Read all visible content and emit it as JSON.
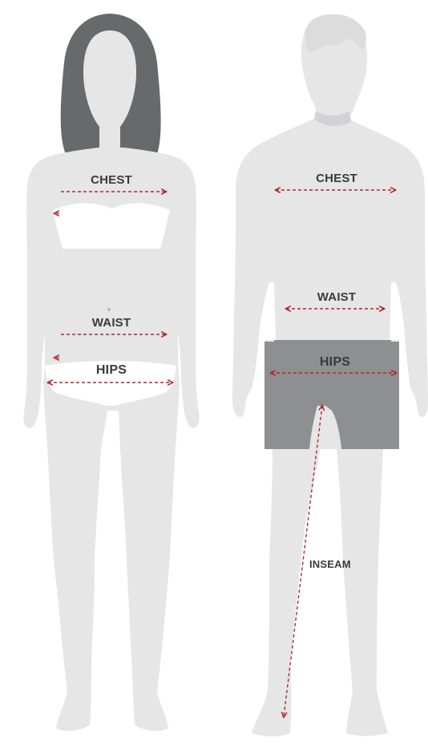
{
  "colors": {
    "body": "#e6e6e7",
    "hair": "#68696b",
    "shorts": "#8e8f91",
    "garment": "#ffffff",
    "measure_line": "#b4262c",
    "label_text": "#3a3a3a"
  },
  "female": {
    "labels": {
      "chest": "CHEST",
      "waist": "WAIST",
      "hips": "HIPS"
    }
  },
  "male": {
    "labels": {
      "chest": "CHEST",
      "waist": "WAIST",
      "hips": "HIPS",
      "inseam": "INSEAM"
    }
  }
}
